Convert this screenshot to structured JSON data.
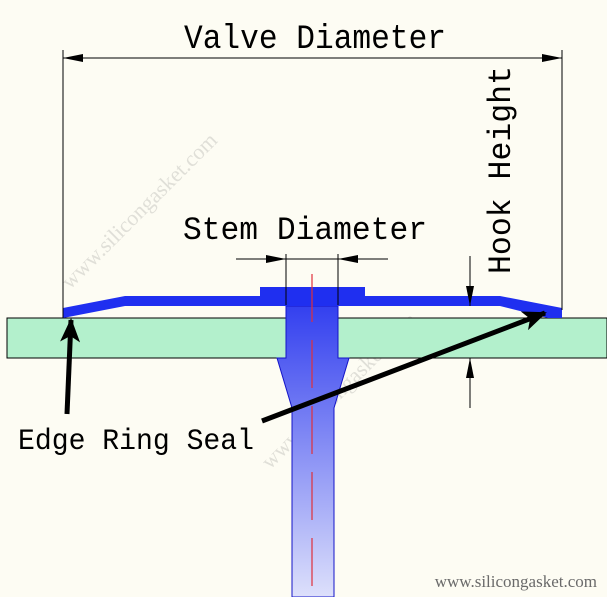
{
  "diagram": {
    "labels": {
      "valve_diameter": "Valve Diameter",
      "stem_diameter": "Stem Diameter",
      "hook_height": "Hook Height",
      "edge_ring_seal": "Edge Ring Seal"
    },
    "watermark": "www.silicongasket.com",
    "footer_url": "www.silicongasket.com",
    "colors": {
      "background": "#fdfcf3",
      "valve_blue": "#1f2ff0",
      "stem_gradient_top": "#3a45f0",
      "stem_gradient_bottom": "#dde0fb",
      "panel_green": "#b3f0cc",
      "centerline_red": "#e0303a",
      "dimension_lines": "#000000"
    }
  }
}
